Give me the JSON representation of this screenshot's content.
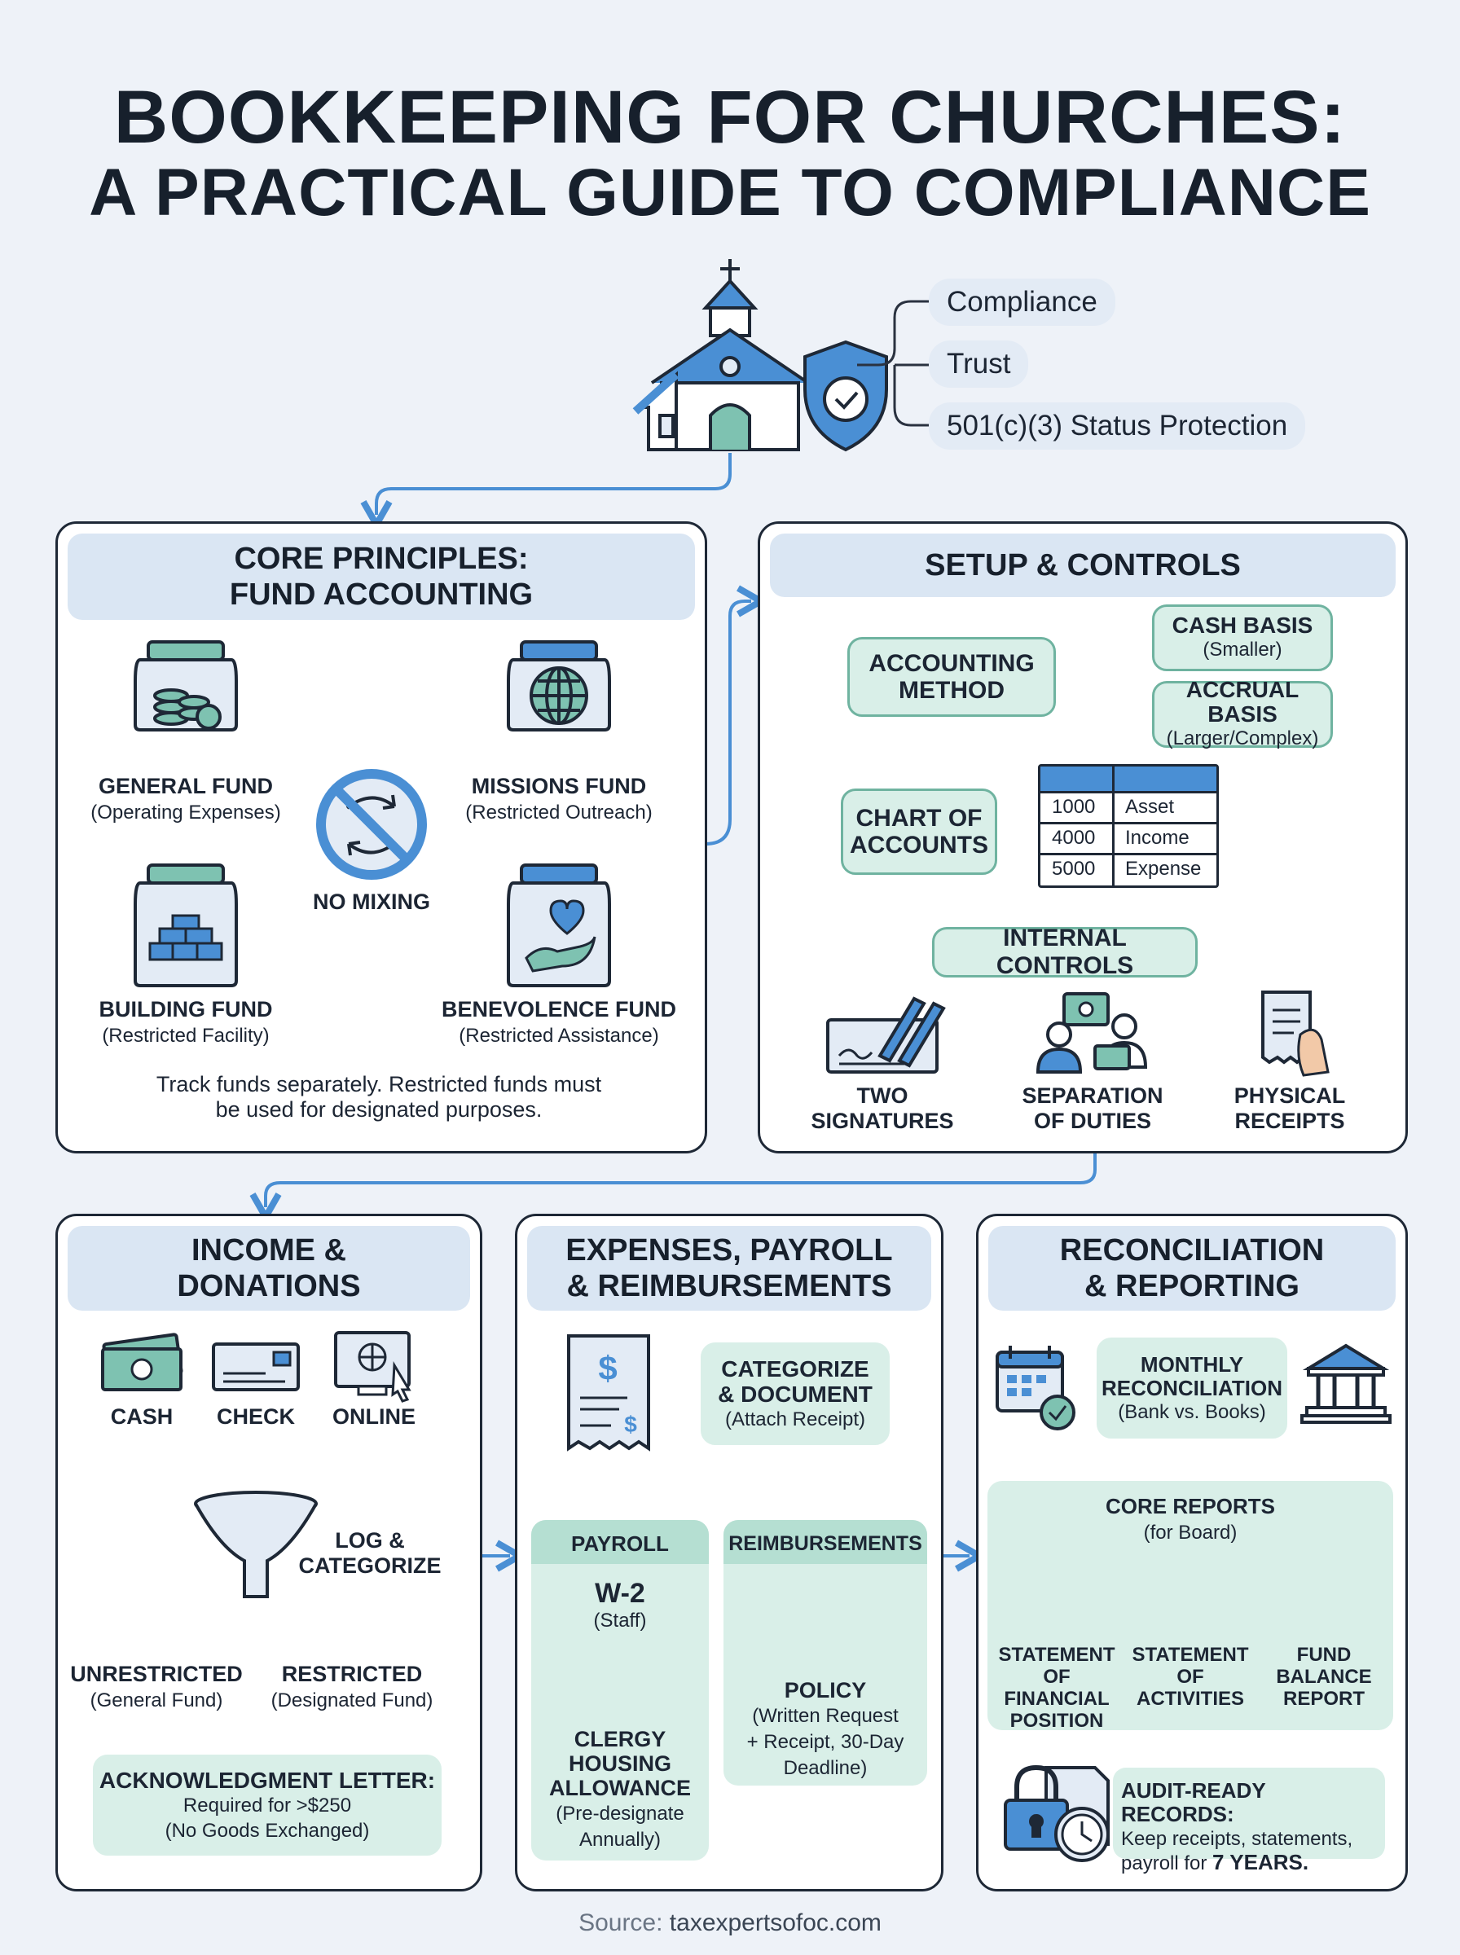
{
  "title": {
    "line1": "BOOKKEEPING FOR CHURCHES:",
    "line2": "A PRACTICAL GUIDE TO COMPLIANCE"
  },
  "benefits": [
    "Compliance",
    "Trust",
    "501(c)(3) Status Protection"
  ],
  "core": {
    "title_l1": "CORE PRINCIPLES:",
    "title_l2": "FUND ACCOUNTING",
    "funds": [
      {
        "name": "GENERAL FUND",
        "desc": "(Operating Expenses)"
      },
      {
        "name": "MISSIONS FUND",
        "desc": "(Restricted Outreach)"
      },
      {
        "name": "BUILDING FUND",
        "desc": "(Restricted Facility)"
      },
      {
        "name": "BENEVOLENCE FUND",
        "desc": "(Restricted Assistance)"
      }
    ],
    "no_mixing": "NO MIXING",
    "note_l1": "Track funds separately. Restricted funds must",
    "note_l2": "be used for designated purposes."
  },
  "setup": {
    "title": "SETUP & CONTROLS",
    "method_l1": "ACCOUNTING",
    "method_l2": "METHOD",
    "cash": "CASH BASIS",
    "cash_sub": "(Smaller)",
    "accrual": "ACCRUAL BASIS",
    "accrual_sub": "(Larger/Complex)",
    "coa_l1": "CHART OF",
    "coa_l2": "ACCOUNTS",
    "coa_rows": [
      {
        "code": "1000",
        "type": "Asset"
      },
      {
        "code": "4000",
        "type": "Income"
      },
      {
        "code": "5000",
        "type": "Expense"
      }
    ],
    "internal": "INTERNAL CONTROLS",
    "controls": [
      {
        "l1": "TWO",
        "l2": "SIGNATURES"
      },
      {
        "l1": "SEPARATION",
        "l2": "OF DUTIES"
      },
      {
        "l1": "PHYSICAL",
        "l2": "RECEIPTS"
      }
    ]
  },
  "income": {
    "title_l1": "INCOME &",
    "title_l2": "DONATIONS",
    "sources": [
      "CASH",
      "CHECK",
      "ONLINE"
    ],
    "log_l1": "LOG &",
    "log_l2": "CATEGORIZE",
    "unrestricted": "UNRESTRICTED",
    "unrestricted_sub": "(General Fund)",
    "restricted": "RESTRICTED",
    "restricted_sub": "(Designated Fund)",
    "ack": "ACKNOWLEDGMENT LETTER:",
    "ack_l2": "Required for >$250",
    "ack_l3": "(No Goods Exchanged)"
  },
  "expenses": {
    "title_l1": "EXPENSES, PAYROLL",
    "title_l2": "& REIMBURSEMENTS",
    "cat_l1": "CATEGORIZE",
    "cat_l2": "& DOCUMENT",
    "cat_l3": "(Attach Receipt)",
    "payroll": "PAYROLL",
    "w2": "W-2",
    "w2_sub": "(Staff)",
    "clergy_l1": "CLERGY",
    "clergy_l2": "HOUSING",
    "clergy_l3": "ALLOWANCE",
    "clergy_l4": "(Pre-designate",
    "clergy_l5": "Annually)",
    "reimb": "REIMBURSEMENTS",
    "policy": "POLICY",
    "policy_l2": "(Written Request",
    "policy_l3": "+ Receipt, 30-Day",
    "policy_l4": "Deadline)"
  },
  "recon": {
    "title_l1": "RECONCILIATION",
    "title_l2": "& REPORTING",
    "monthly_l1": "MONTHLY",
    "monthly_l2": "RECONCILIATION",
    "monthly_l3": "(Bank vs. Books)",
    "core_reports": "CORE REPORTS",
    "core_reports_sub": "(for Board)",
    "reports": [
      {
        "l1": "STATEMENT",
        "l2": "OF FINANCIAL",
        "l3": "POSITION"
      },
      {
        "l1": "STATEMENT",
        "l2": "OF",
        "l3": "ACTIVITIES"
      },
      {
        "l1": "FUND",
        "l2": "BALANCE",
        "l3": "REPORT"
      }
    ],
    "audit": "AUDIT-READY RECORDS:",
    "audit_l2": "Keep receipts, statements,",
    "audit_l3a": "payroll for ",
    "audit_l3b": "7 YEARS."
  },
  "source_label": "Source:",
  "source_url": "taxexpertsofoc.com"
}
